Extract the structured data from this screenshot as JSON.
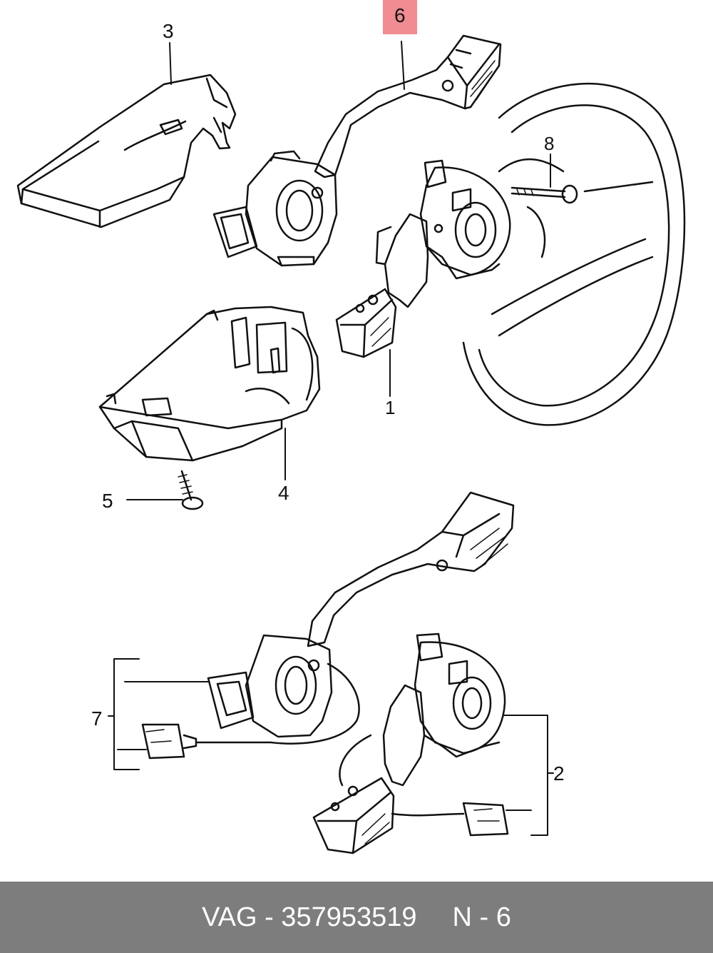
{
  "callouts": [
    {
      "id": "c3",
      "text": "3"
    },
    {
      "id": "c6",
      "text": "6",
      "highlight_color": "#f08c92"
    },
    {
      "id": "c8",
      "text": "8"
    },
    {
      "id": "c1",
      "text": "1"
    },
    {
      "id": "c4",
      "text": "4"
    },
    {
      "id": "c5",
      "text": "5"
    },
    {
      "id": "c7",
      "text": "7"
    },
    {
      "id": "c2",
      "text": "2"
    }
  ],
  "footer": {
    "brand_part": "VAG - 357953519",
    "position": "N - 6",
    "background_color": "#7d7d7d"
  }
}
